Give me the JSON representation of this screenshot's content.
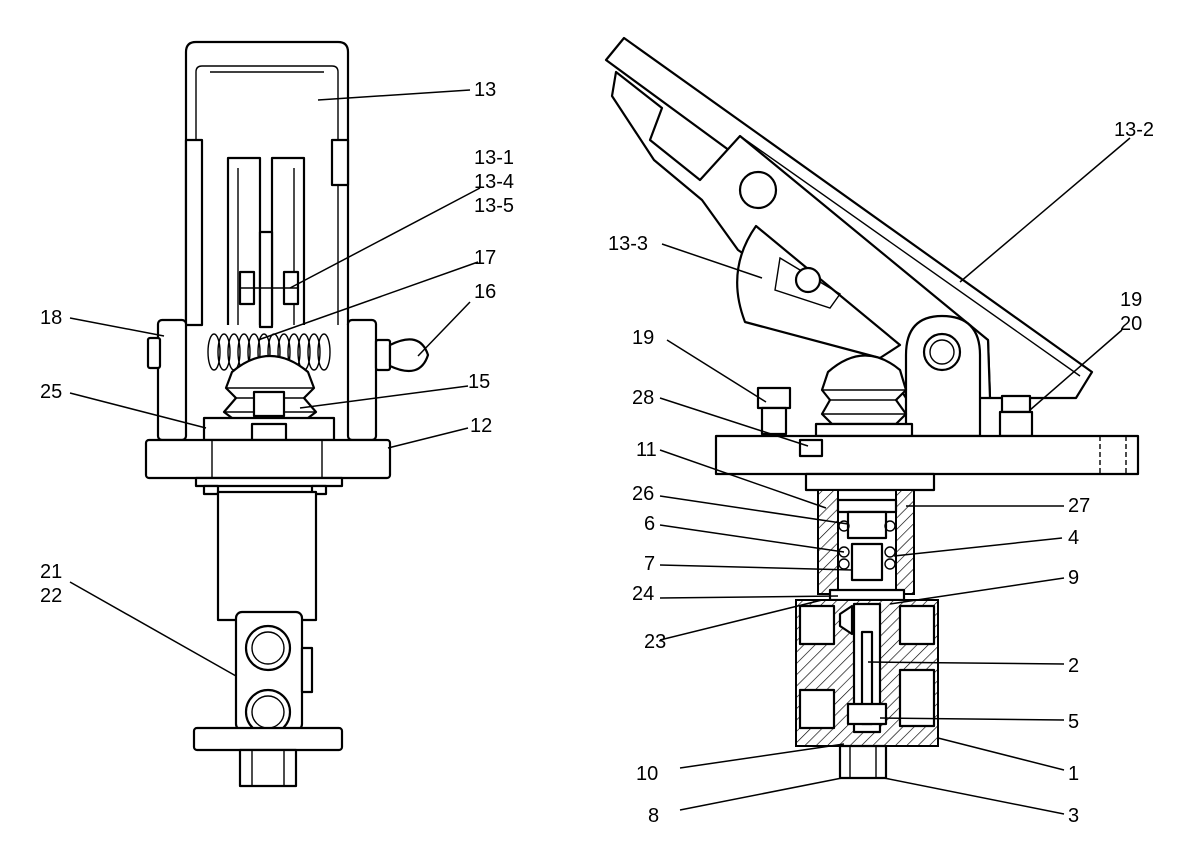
{
  "labels": {
    "l13": "13",
    "l13_1": "13-1",
    "l13_4": "13-4",
    "l13_5": "13-5",
    "l17": "17",
    "l16": "16",
    "l18": "18",
    "l15": "15",
    "l25": "25",
    "l12": "12",
    "l21": "21",
    "l22": "22",
    "l13_2": "13-2",
    "l13_3": "13-3",
    "l19a": "19",
    "l19b": "19",
    "l20": "20",
    "l28": "28",
    "l11": "11",
    "l26": "26",
    "l27": "27",
    "l6": "6",
    "l4": "4",
    "l7": "7",
    "l9": "9",
    "l24": "24",
    "l23": "23",
    "l2": "2",
    "l5": "5",
    "l10": "10",
    "l1": "1",
    "l8": "8",
    "l3": "3"
  }
}
